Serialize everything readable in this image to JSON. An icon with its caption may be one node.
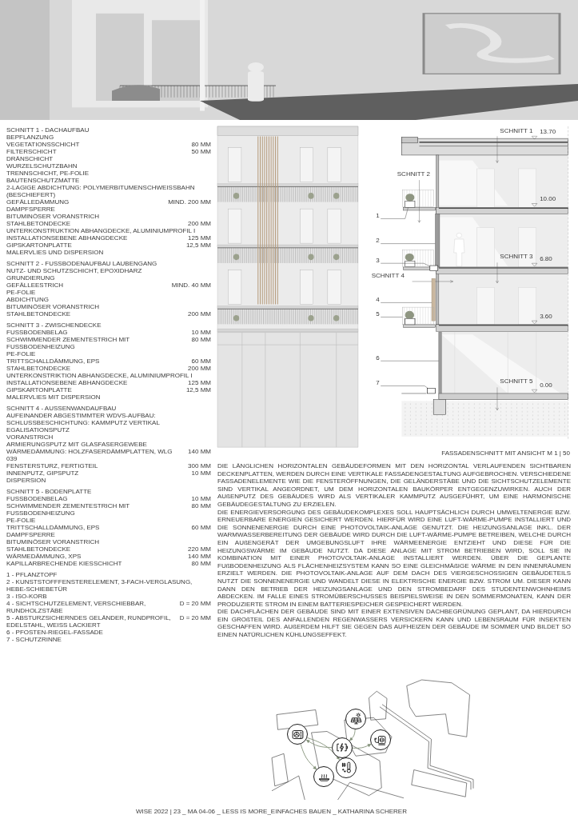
{
  "diagram": {
    "nodes": [
      {
        "text": [
          "1"
        ]
      },
      {
        "text": [
          "2"
        ]
      },
      {
        "text": [
          "3"
        ]
      },
      {
        "text": [
          "4"
        ]
      },
      {
        "text": [
          "5"
        ]
      },
      {
        "text": [
          "6"
        ]
      },
      {
        "text": [
          "7"
        ]
      },
      {
        "text": [],
        "shape": "box"
      },
      {
        "text": [],
        "shape": "box"
      },
      {
        "text": [],
        "shape": "box"
      },
      {
        "text": [],
        "shape": "box"
      },
      {
        "text": [],
        "shape": "picture"
      },
      {
        "text": [],
        "shape": "box"
      },
      {
        "text": [],
        "shape": "box"
      },
      {
        "text": [],
        "shape": "circle"
      },
      {
        "text": [],
        "shape": "circle"
      },
      {
        "text": [],
        "shape": "circle"
      },
      {
        "text": [],
        "shape": "circle"
      },
      {
        "text": [],
        "shape": "circle"
      },
      {
        "text": [],
        "shape": "circle"
      }
    ],
    "edges": [
      {
        "from": 0,
        "to": 7,
        "arrow": "none"
      },
      {
        "from": 1,
        "to": 8,
        "arrow": "none"
      },
      {
        "from": 2,
        "to": 9,
        "arrow": "none"
      },
      {
        "from": 3,
        "to": 10,
        "arrow": "none"
      },
      {
        "from": 4,
        "to": 11,
        "arrow": "none"
      },
      {
        "from": 5,
        "to": 12,
        "arrow": "none"
      },
      {
        "from": 6,
        "to": 13,
        "arrow": "none"
      },
      {
        "from": 18,
        "to": 16,
        "arrow": "to"
      },
      {
        "from": 16,
        "to": 14,
        "arrow": "to"
      },
      {
        "from": 16,
        "to": 19,
        "arrow": "to"
      },
      {
        "from": 14,
        "to": 17,
        "arrow": "to"
      },
      {
        "from": 14,
        "to": 15,
        "arrow": "to"
      }
    ],
    "labels": [
      "SCHNITT 1 - DACHAUFBAU",
      "BEPFLANZUNG",
      "VEGETATIONSSCHICHT",
      "80 MM",
      "FILTERSCHICHT",
      "50 MM",
      "DRÄNSCHICHT",
      "WURZELSCHUTZBAHN",
      "TRENNSCHICHT, PE-FOLIE",
      "BAUTENSCHUTZMATTE",
      "2-LAGIGE ABDICHTUNG: POLYMERBITUMENSCHWEISSBAHN (BESCHIEFERT)",
      "GEFÄLLEDÄMMUNG",
      "MIND. 200 MM",
      "DAMPFSPERRE",
      "BITUMINÖSER VORANSTRICH",
      "STAHLBETONDECKE",
      "200 MM",
      "UNTERKONSTRUKTION ABHANGDECKE, ALUMINIUMPROFIL I",
      "INSTALLATIONSEBENE ABHANGDECKE",
      "125 MM",
      "GIPSKARTONPLATTE",
      "12,5 MM",
      "MALERVLIES UND DISPERSION",
      "SCHNITT 2 - FUSSBODENAUFBAU LAUBENGANG",
      "NUTZ- UND SCHUTZSCHICHT, EPOXIDHARZ",
      "GRUNDIERUNG",
      "GEFÄLLEESTRICH",
      "MIND. 40 MM",
      "PE-FOLIE",
      "ABDICHTUNG",
      "BITUMINÖSER VORANSTRICH",
      "STAHLBETONDECKE",
      "200 MM",
      "SCHNITT 3 - ZWISCHENDECKE",
      "FUSSBODENBELAG",
      "10 MM",
      "SCHWIMMENDER ZEMENTESTRICH MIT FUSSBODENHEIZUNG",
      "80 MM",
      "PE-FOLIE",
      "TRITTSCHALLDÄMMUNG, EPS",
      "60 MM",
      "STAHLBETONDECKE",
      "200 MM",
      "UNTERKONSTRIKTION ABHANGDECKE, ALUMINIUMPROFIL I",
      "INSTALLATIONSEBENE ABHANGDECKE",
      "125 MM",
      "GIPSKARTONPLATTE",
      "12,5 MM",
      "MALERVLIES MIT DISPERSION",
      "SCHNITT 4 - AUSSENWANDAUFBAU",
      "AUFEINANDER ABGESTIMMTER WDVS-AUFBAU:",
      "SCHLUSSBESCHICHTUNG: KAMMPUTZ VERTIKAL",
      "EGALISATIONSPUTZ",
      "VORANSTRICH",
      "ARMIERUNGSPUTZ MIT GLASFASERGEWEBE",
      "WÄRMEDÄMMUNG: HOLZFASERDÄMMPLATTEN, WLG 039",
      "140 MM",
      "FENSTERSTURZ, FERTIGTEIL",
      "300 MM",
      "INNENPUTZ, GIPSPUTZ",
      "10 MM",
      "DISPERSION",
      "SCHNITT 5 - BODENPLATTE",
      "FUSSBODENBELAG",
      "10 MM",
      "SCHWIMMENDER ZEMENTESTRICH MIT FUSSBODENHEIZUNG",
      "80 MM",
      "PE-FOLIE",
      "TRITTSCHALLDÄMMUNG, EPS",
      "60 MM",
      "DAMPFSPERRE",
      "BITUMINÖSER VORANSTRICH",
      "STAHLBETONDECKE",
      "220 MM",
      "WÄRMEDÄMMUNG, XPS",
      "140 MM",
      "KAPILLARBRECHENDE KIESSCHICHT",
      "80 MM",
      "1 - PFLANZTOPF",
      "2 - KUNSTSTOFFFENSTERELEMENT, 3-FACH-VERGLASUNG, HEBE-SCHIEBETÜR",
      "3 - ISO-KORB",
      "4 - SICHTSCHUTZELEMENT, VERSCHIEBBAR, RUNDHOLZSTÄBE",
      "D = 20 MM",
      "5 - ABSTURZSICHERNDES GELÄNDER, RUNDPROFIL, EDELSTAHL, WEISS LACKIERT",
      "D = 20 MM",
      "6 - PFOSTEN-RIEGEL-FASSADE",
      "7 - SCHUTZRINNE",
      "SCHNITT 1",
      "13.70",
      "SCHNITT 2",
      "10.00",
      "SCHNITT 3",
      "6.80",
      "SCHNITT 4",
      "3.60",
      "SCHNITT 5",
      "0.00",
      "FASSADENSCHNITT MIT ANSICHT  M 1 | 50",
      "DIE LÄNGLICHEN HORIZONTALEN GEBÄUDEFORMEN MIT DEN HORIZONTAL VERLAUFENDEN SICHTBAREN DECKENPLATTEN, WERDEN DURCH EINE VERTIKALE FASSADENGESTALTUNG AUFGEBROCHEN. VERSCHIEDENE FASSADENELEMENTE WIE DIE FENSTERÖFFNUNGEN, DIE GELÄNDERSTÄBE UND DIE SICHTSCHUTZELEMENTE SIND VERTIKAL ANGEORDNET, UM DEM HORIZONTALEN BAUKÖRPER ENTGEGENZUWIRKEN. AUCH DER AUßENPUTZ DES GEBÄUDES WIRD ALS VERTIKALER KAMMPUTZ AUSGEFÜHRT, UM EINE HARMONISCHE GEBÄUDEGESTALTUNG ZU ERZIELEN.",
      "DIE ENERGIEVERSORGUNG DES GEBÄUDEKOMPLEXES SOLL HAUPTSÄCHLICH DURCH UMWELTENERGIE BZW. ERNEUERBARE ENERGIEN GESICHERT WERDEN. HIERFÜR WIRD EINE LUFT-WÄRME-PUMPE INSTALLIERT UND DIE SONNENENERGIE DURCH EINE PHOTOVOLTAIK-ANLAGE GENUTZT. DIE HEIZUNGSANLAGE INKL. DER WARMWASSERBEREITUNG DER GEBÄUDE WIRD DURCH DIE LUFT-WÄRME-PUMPE BETREIBEN, WELCHE DURCH EIN AUßENGERÄT DER UMGEBUNGSLUFT IHRE WÄRMEENERGIE ENTZIEHT UND DIESE FÜR DIE HEIZUNGSWÄRME IM GEBÄUDE NUTZT. DA DIESE ANLAGE MIT STROM BETRIEBEN WIRD, SOLL SIE IN KOMBINATION MIT EINER PHOTOVOLTAIK-ANLAGE INSTALLIERT WERDEN. ÜBER DIE GEPLANTE FUßBODENHEIZUNG ALS FLÄCHENHEIZSYSTEM KANN SO EINE GLEICHMÄßIGE WÄRME IN DEN INNENRÄUMEN ERZIELT WERDEN. DIE PHOTOVOLTAIK-ANLAGE AUF DEM DACH DES VIERGESCHOSSIGEN GEBÄUDETEILS NUTZT DIE SONNENENERGIE UND WANDELT DIESE IN ELEKTRISCHE ENERGIE BZW. STROM UM. DIESER KANN DANN DEN BETRIEB DER HEIZUNGSANLAGE UND DEN STROMBEDARF DES STUDENTENWOHNHEIMS ABDECKEN. IM FALLE EINES STROMÜBERSCHUSSES BEISPIELSWEISE IN DEN SOMMERMONATEN, KANN DER PRODUZIERTE STROM IN EINEM BATTERIESPEICHER GESPEICHERT WERDEN.",
      "DIE DACHFLÄCHEN DER GEBÄUDE SIND MIT EINER EXTENSIVEN DACHBEGRÜNUNG GEPLANT, DA HIERDURCH EIN GROßTEIL DES ANFALLENDEN REGENWASSERS VERSICKERN KANN UND LEBENSRAUM FÜR INSEKTEN GESCHAFFEN WIRD. AUßERDEM HILFT SIE GEGEN DAS AUFHEIZEN DER GEBÄUDE IM SOMMER UND BILDET SO EINEN NATÜRLICHEN KÜHLUNGSEFFEKT.",
      "WISE 2022 | 23 _ MA 04-06 _ LESS IS MORE_EINFACHES BAUEN _ KATHARINA SCHERER"
    ]
  }
}
